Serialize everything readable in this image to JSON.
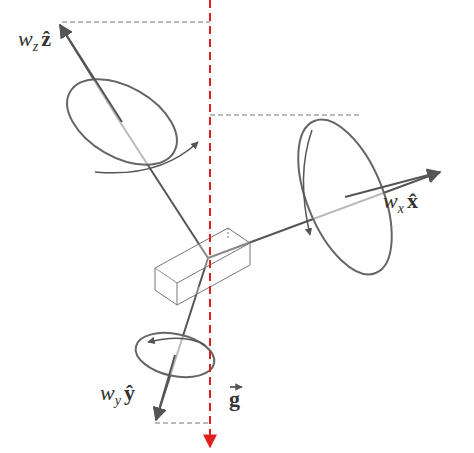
{
  "diagram": {
    "labels": [
      "w",
      "z",
      "ẑ",
      "w",
      "x",
      "x̂",
      "w",
      "y",
      "ŷ",
      "g"
    ]
  }
}
